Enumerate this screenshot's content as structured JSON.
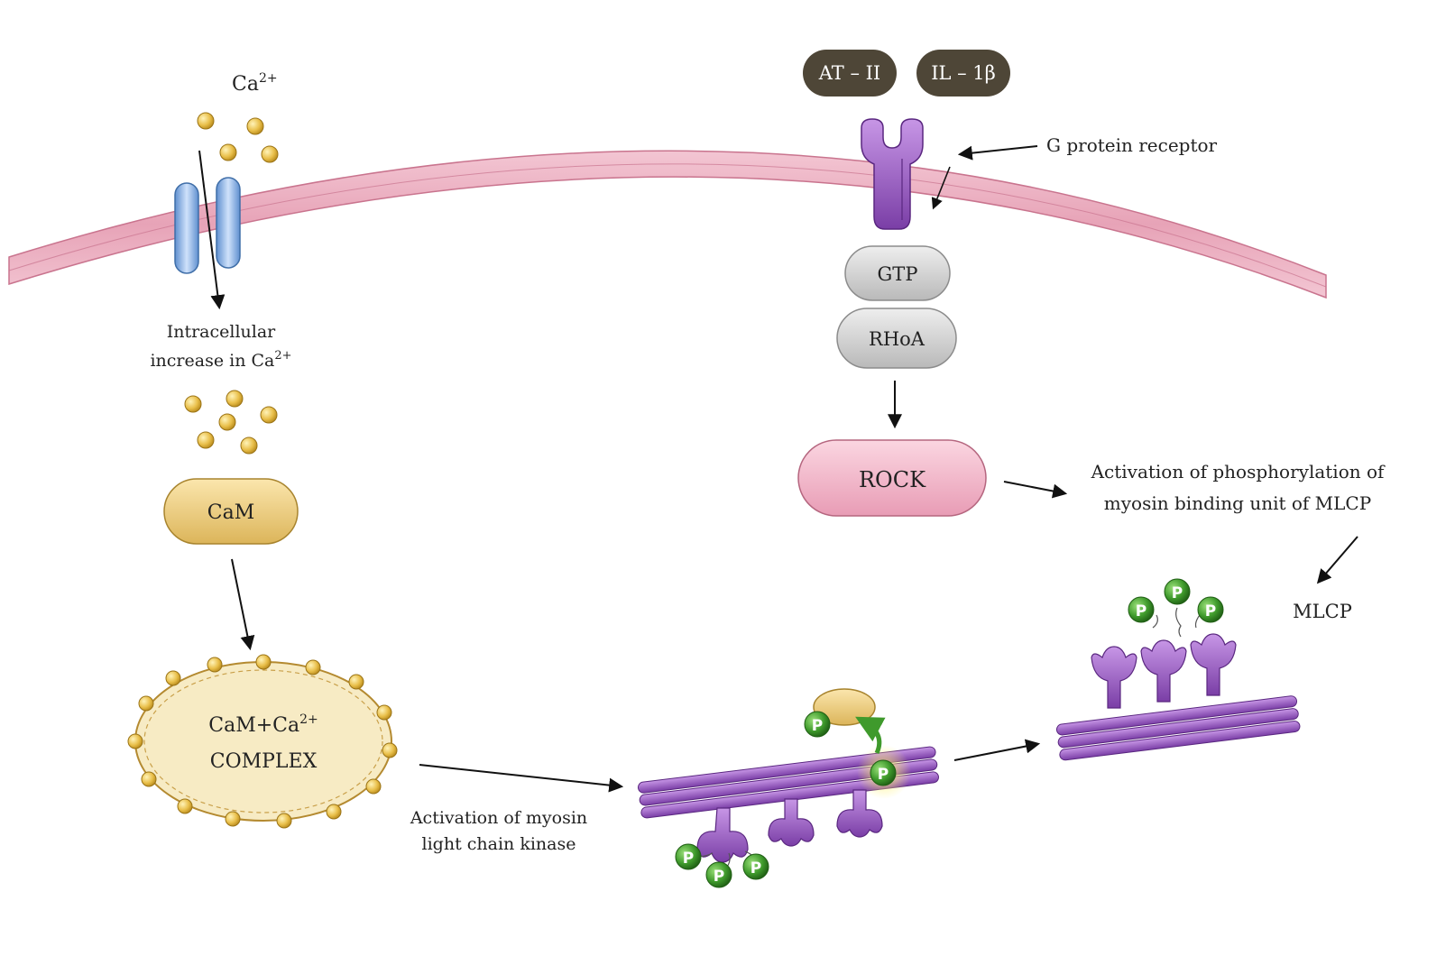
{
  "labels": {
    "ca_ext": "Ca",
    "ca_sup": "2+",
    "intracellular_line1": "Intracellular",
    "intracellular_line2": "increase in Ca",
    "intracellular_sup": "2+",
    "cam": "CaM",
    "complex_line1": "CaM+Ca",
    "complex_sup": "2+",
    "complex_line2": "COMPLEX",
    "mlck_line1": "Activation of myosin",
    "mlck_line2": "light chain kinase",
    "at2": "AT – II",
    "il1b": "IL – 1β",
    "gpr": "G protein receptor",
    "gtp": "GTP",
    "rhoa": "RHoA",
    "rock": "ROCK",
    "phos_line1": "Activation of phosphorylation of",
    "phos_line2": "myosin binding unit of MLCP",
    "mlcp": "MLCP",
    "p": "P"
  },
  "colors": {
    "background": "#ffffff",
    "membrane": "#e8a6b8",
    "membrane_edge": "#c9748e",
    "channel": "#8fb4e3",
    "calcium": "#e9bf4a",
    "cam": "#f2d58a",
    "complex": "#f7ebc4",
    "ligand_pill": "#4e4637",
    "receptor": "#9b5bc5",
    "gray_pill": "#cfcfcf",
    "rock": "#f4b8cb",
    "myosin": "#9b5bc5",
    "phosphate": "#3f9a2c"
  }
}
